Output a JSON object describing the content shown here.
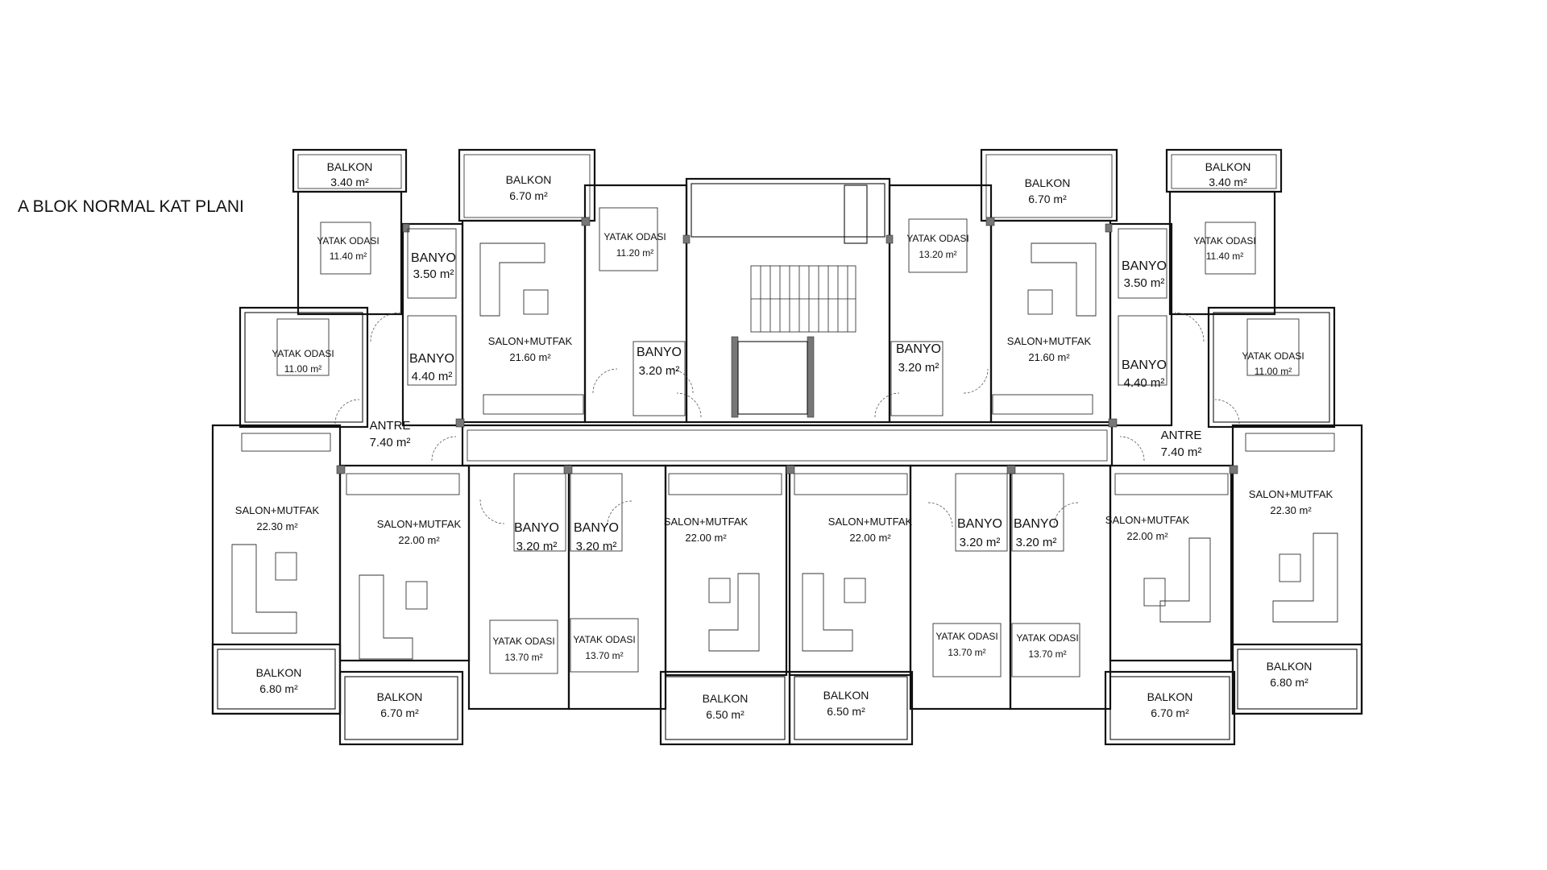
{
  "title": "A BLOK NORMAL KAT PLANI",
  "rooms": [
    {
      "id": "r1",
      "name": "BALKON",
      "area": "3.40 m²"
    },
    {
      "id": "r2",
      "name": "BALKON",
      "area": "6.70 m²"
    },
    {
      "id": "r3",
      "name": "BALKON",
      "area": "6.70 m²"
    },
    {
      "id": "r4",
      "name": "BALKON",
      "area": "3.40 m²"
    },
    {
      "id": "r5",
      "name": "YATAK ODASI",
      "area": "11.40 m²"
    },
    {
      "id": "r6",
      "name": "BANYO",
      "area": "3.50 m²"
    },
    {
      "id": "r7",
      "name": "YATAK ODASI",
      "area": "11.20 m²"
    },
    {
      "id": "r8",
      "name": "YATAK ODASI",
      "area": "13.20 m²"
    },
    {
      "id": "r9",
      "name": "BANYO",
      "area": "3.50 m²"
    },
    {
      "id": "r10",
      "name": "YATAK ODASI",
      "area": "11.40 m²"
    },
    {
      "id": "r11",
      "name": "YATAK ODASI",
      "area": "11.00 m²"
    },
    {
      "id": "r12",
      "name": "BANYO",
      "area": "4.40 m²"
    },
    {
      "id": "r13",
      "name": "SALON+MUTFAK",
      "area": "21.60 m²"
    },
    {
      "id": "r14",
      "name": "BANYO",
      "area": "3.20 m²"
    },
    {
      "id": "r15",
      "name": "BANYO",
      "area": "3.20 m²"
    },
    {
      "id": "r16",
      "name": "SALON+MUTFAK",
      "area": "21.60 m²"
    },
    {
      "id": "r17",
      "name": "BANYO",
      "area": "4.40 m²"
    },
    {
      "id": "r18",
      "name": "YATAK ODASI",
      "area": "11.00 m²"
    },
    {
      "id": "r19",
      "name": "ANTRE",
      "area": "7.40 m²"
    },
    {
      "id": "r20",
      "name": "ANTRE",
      "area": "7.40 m²"
    },
    {
      "id": "r21",
      "name": "SALON+MUTFAK",
      "area": "22.30 m²"
    },
    {
      "id": "r22",
      "name": "SALON+MUTFAK",
      "area": "22.00 m²"
    },
    {
      "id": "r23",
      "name": "BANYO",
      "area": "3.20 m²"
    },
    {
      "id": "r24",
      "name": "BANYO",
      "area": "3.20 m²"
    },
    {
      "id": "r25",
      "name": "SALON+MUTFAK",
      "area": "22.00 m²"
    },
    {
      "id": "r26",
      "name": "SALON+MUTFAK",
      "area": "22.00 m²"
    },
    {
      "id": "r27",
      "name": "BANYO",
      "area": "3.20 m²"
    },
    {
      "id": "r28",
      "name": "BANYO",
      "area": "3.20 m²"
    },
    {
      "id": "r29",
      "name": "SALON+MUTFAK",
      "area": "22.00 m²"
    },
    {
      "id": "r30",
      "name": "SALON+MUTFAK",
      "area": "22.30 m²"
    },
    {
      "id": "r31",
      "name": "YATAK ODASI",
      "area": "13.70 m²"
    },
    {
      "id": "r32",
      "name": "YATAK ODASI",
      "area": "13.70 m²"
    },
    {
      "id": "r33",
      "name": "YATAK ODASI",
      "area": "13.70 m²"
    },
    {
      "id": "r34",
      "name": "YATAK ODASI",
      "area": "13.70 m²"
    },
    {
      "id": "r35",
      "name": "BALKON",
      "area": "6.80 m²"
    },
    {
      "id": "r36",
      "name": "BALKON",
      "area": "6.70 m²"
    },
    {
      "id": "r37",
      "name": "BALKON",
      "area": "6.50 m²"
    },
    {
      "id": "r38",
      "name": "BALKON",
      "area": "6.50 m²"
    },
    {
      "id": "r39",
      "name": "BALKON",
      "area": "6.70 m²"
    },
    {
      "id": "r40",
      "name": "BALKON",
      "area": "6.80 m²"
    }
  ]
}
